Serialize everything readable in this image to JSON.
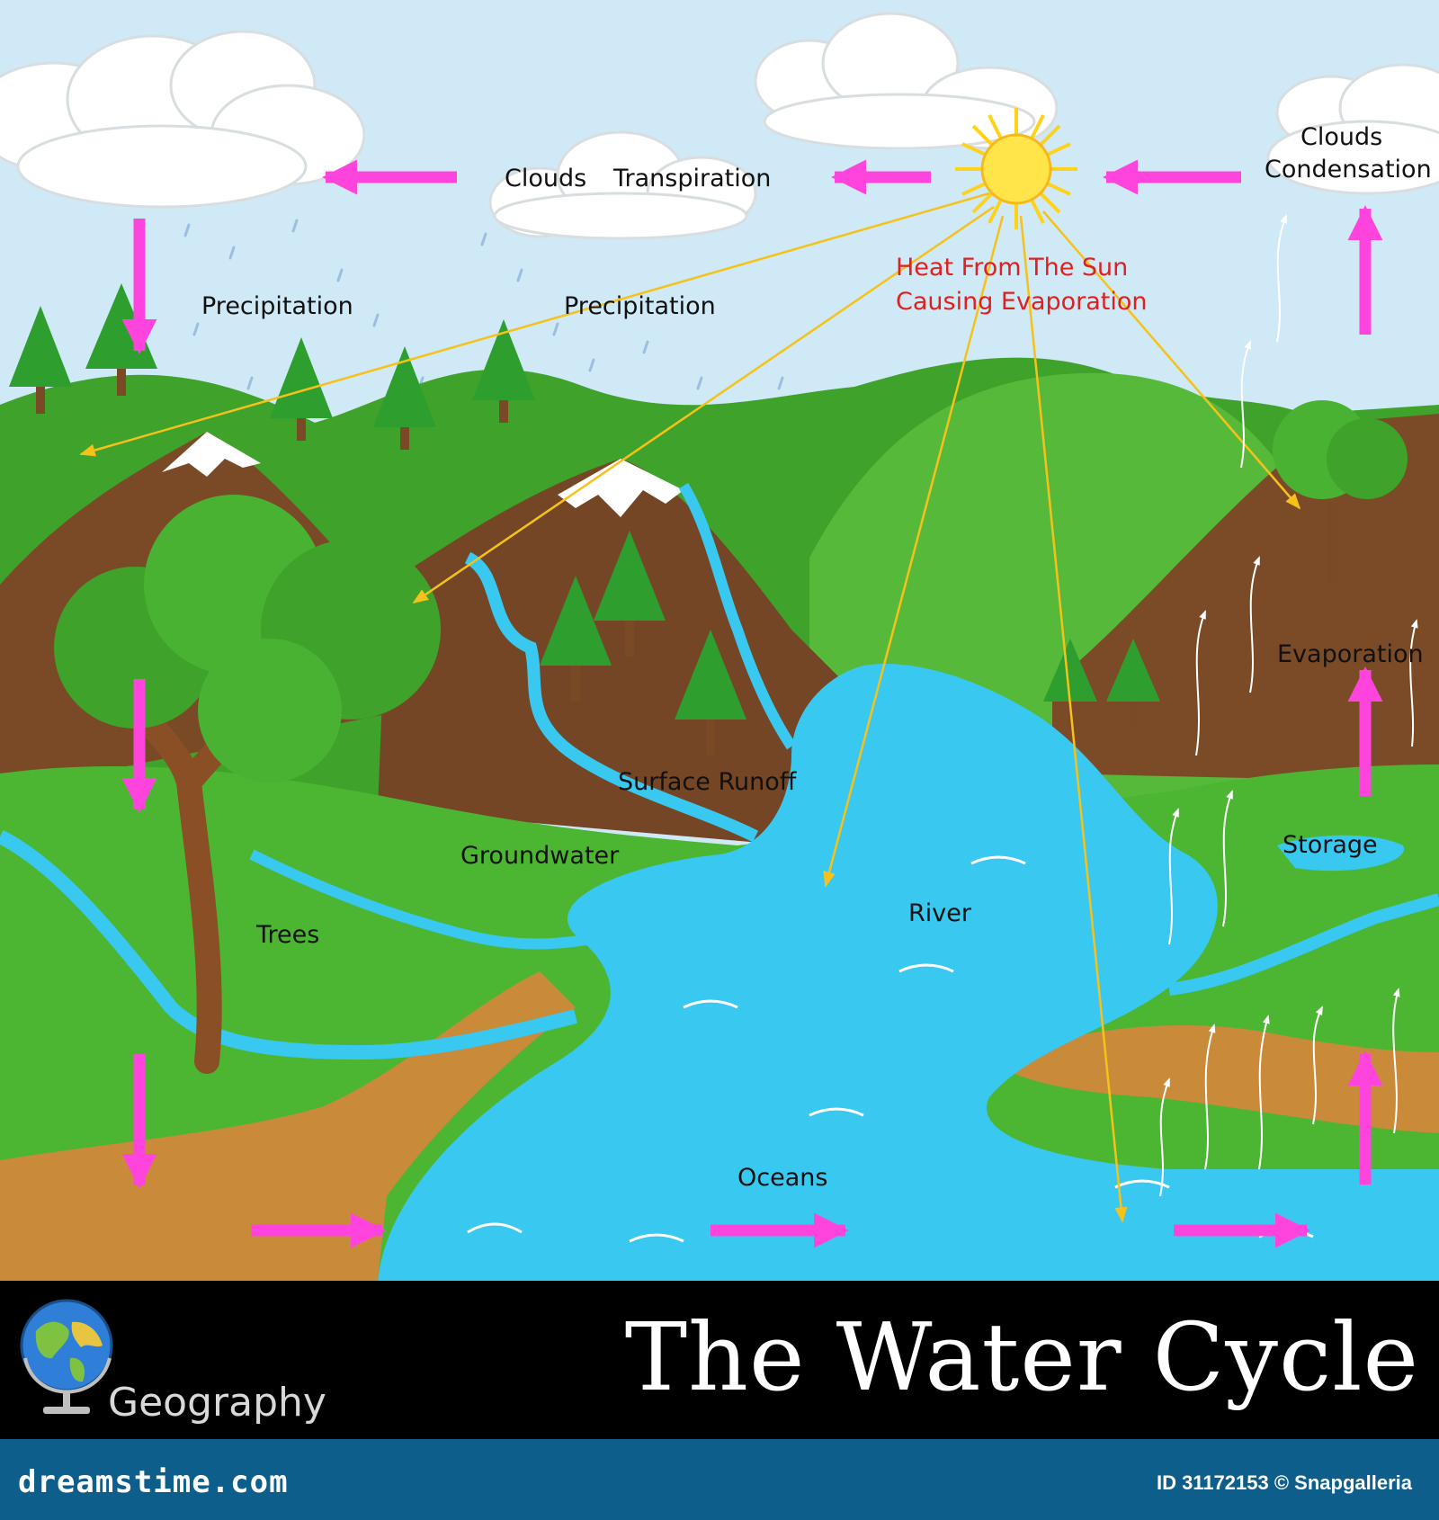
{
  "diagram": {
    "labels": {
      "clouds_left": "Clouds",
      "transpiration": "Transpiration",
      "clouds_right": "Clouds",
      "condensation": "Condensation",
      "precipitation_left": "Precipitation",
      "precipitation_center": "Precipitation",
      "heat_line1": "Heat From The Sun",
      "heat_line2": "Causing Evaporation",
      "evaporation": "Evaporation",
      "surface_runoff": "Surface Runoff",
      "groundwater": "Groundwater",
      "storage": "Storage",
      "river": "River",
      "trees": "Trees",
      "oceans": "Oceans"
    },
    "colors": {
      "sky": "#cfe9f7",
      "arrow": "#ff44dd",
      "sun": "#ffd21a",
      "water": "#38c8f0",
      "grass": "#47b431",
      "mountain": "#7a4a26",
      "label_red": "#e0201e"
    }
  },
  "banner": {
    "title": "The Water Cycle",
    "subject": "Geography",
    "subject_icon": "globe-icon"
  },
  "footer": {
    "site": "dreamstime.com",
    "image_id": "ID 31172153 © Snapgalleria"
  }
}
